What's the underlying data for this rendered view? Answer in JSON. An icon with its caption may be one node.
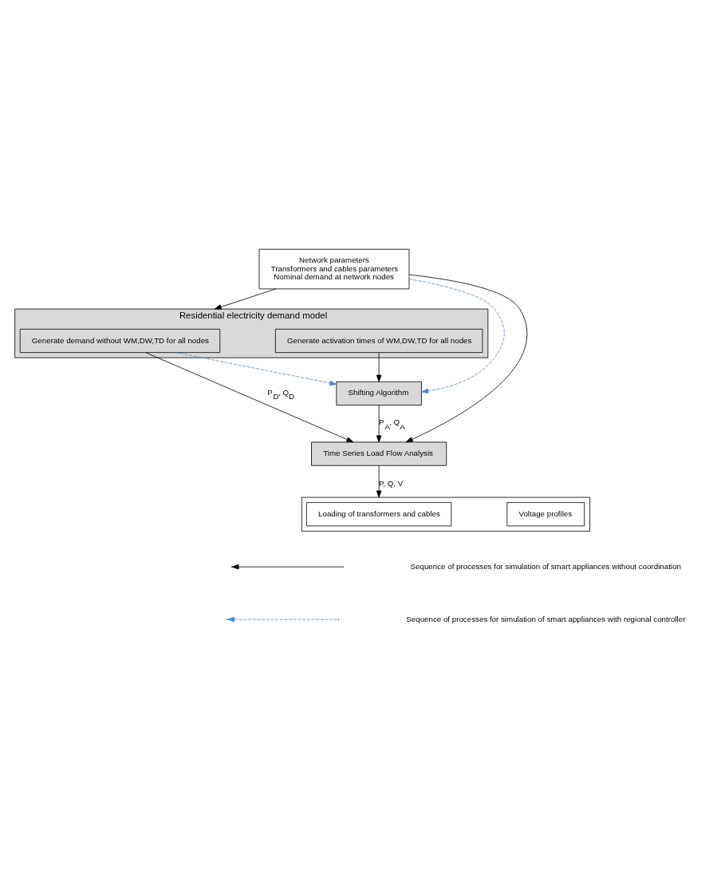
{
  "diagram": {
    "nodes": [
      {
        "text": [
          "Network parameters",
          "Transformers and cables parameters",
          "Nominal demand at network nodes"
        ]
      },
      {
        "text": [
          "Residential electricity demand model"
        ]
      },
      {
        "text": [
          "Generate demand without WM,DW,TD for all nodes"
        ],
        "in": 1
      },
      {
        "text": [
          "Generate activation times of WM,DW,TD for all nodes"
        ],
        "in": 1
      },
      {
        "text": [
          "Shifting Algorithm"
        ]
      },
      {
        "text": [
          "Time Series Load Flow Analysis"
        ]
      },
      {
        "text": [],
        "shape": "box"
      },
      {
        "text": [
          "Loading of transformers and cables"
        ],
        "in": 6
      },
      {
        "text": [
          "Voltage profiles"
        ],
        "in": 6
      }
    ],
    "edges": [
      {
        "from": 0,
        "to": 1,
        "arrow": "to"
      },
      {
        "from": 0,
        "to": 5,
        "arrow": "to"
      },
      {
        "from": 2,
        "to": 5,
        "arrow": "to",
        "label": "P$_{D}$, Q$_{D}$"
      },
      {
        "from": 3,
        "to": 4,
        "arrow": "to"
      },
      {
        "from": 4,
        "to": 5,
        "arrow": "to",
        "label": "P$_{A}$, Q$_{A}$"
      },
      {
        "from": 5,
        "to": 6,
        "arrow": "to",
        "label": "P, Q, V"
      },
      {
        "from": 2,
        "to": 4,
        "arrow": "to",
        "style": "dashed",
        "color": "#4a86d8"
      },
      {
        "from": 0,
        "to": 4,
        "arrow": "to",
        "style": "dashed",
        "color": "#4a86d8"
      }
    ],
    "legend": [
      {
        "text": "Sequence of processes for simulation of smart appliances without coordination"
      },
      {
        "text": "Sequence of processes for simulation of smart appliances with regional controller"
      }
    ]
  }
}
